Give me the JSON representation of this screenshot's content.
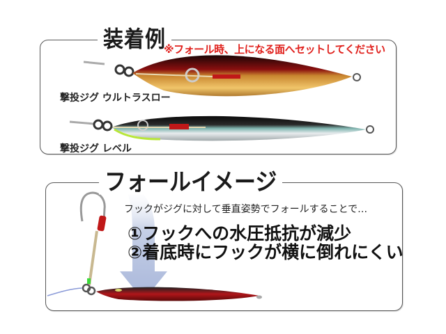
{
  "mounting_example": {
    "title": "装着例",
    "note": "※フォール時、上になる面へセットしてください",
    "jigs": [
      {
        "label": "撃投ジグ ウルトラスロー",
        "body_colors": {
          "back": "#8a0f0f",
          "belly": "#e8b95a"
        }
      },
      {
        "label": "撃投ジグ レベル",
        "body_colors": {
          "back": "#1a1a1a",
          "belly": "#e8ecee",
          "stripe": "#7fb5b0"
        }
      }
    ]
  },
  "fall_image": {
    "title": "フォールイメージ",
    "intro": "フックがジグに対して垂直姿勢でフォールすることで…",
    "points": [
      "①フックへの水圧抵抗が減少",
      "②着底時にフックが横に倒れにくい"
    ],
    "arrow_color": "#b8c4e0",
    "jig_color": "#b0161a"
  },
  "colors": {
    "note_red": "#e0201c",
    "border": "#555555"
  }
}
